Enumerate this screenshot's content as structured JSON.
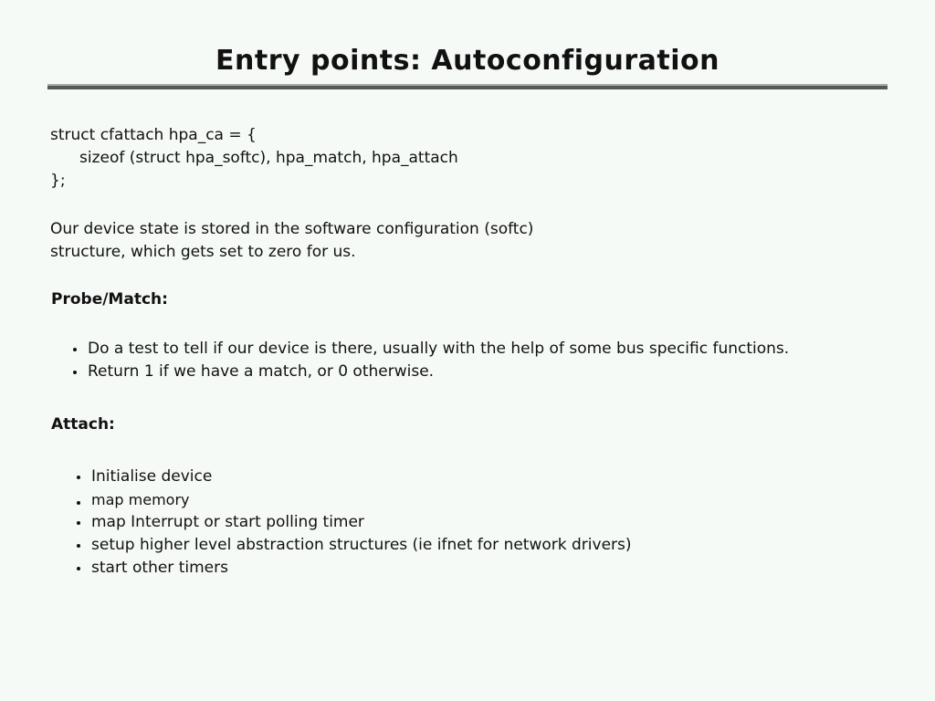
{
  "slide": {
    "title": "Entry points: Autoconfiguration",
    "code": [
      "struct cfattach hpa_ca = {",
      "sizeof (struct hpa_softc), hpa_match, hpa_attach",
      "};"
    ],
    "paragraph": [
      "Our device state is stored in the software configuration (softc)",
      "structure, which gets set to zero for us."
    ],
    "sections": [
      {
        "heading": "Probe/Match:",
        "bullets": [
          "Do a test to tell if our device is there, usually with the help of some bus specific functions.",
          "Return 1 if we have a match, or 0 otherwise."
        ]
      },
      {
        "heading": "Attach:",
        "bullets": [
          "Initialise device",
          "map memory",
          "map Interrupt or start polling timer",
          "setup higher level abstraction structures (ie ifnet for network drivers)",
          "start other timers"
        ]
      }
    ],
    "colors": {
      "background": "#f6faf7",
      "text": "#111111",
      "rule_dark": "#555a55",
      "rule_light": "#a8aca8"
    }
  }
}
